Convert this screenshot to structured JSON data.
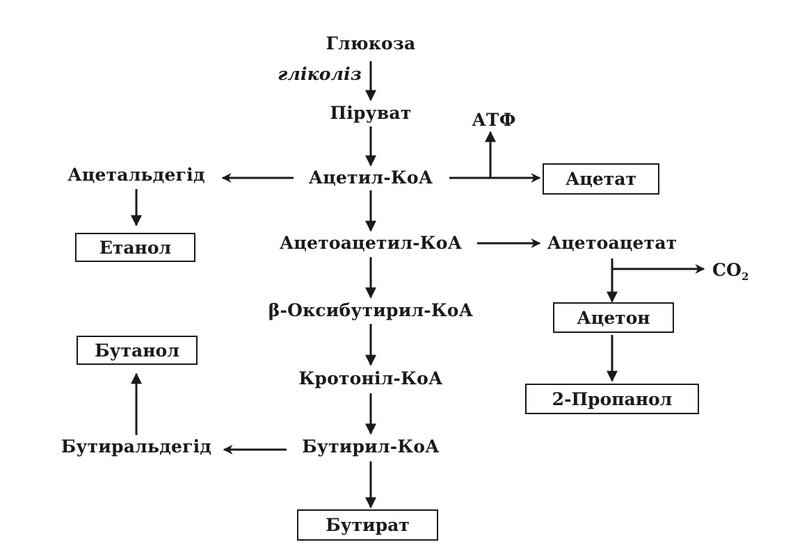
{
  "nodes": {
    "glucose": "Глюкоза",
    "glycolysis": "гліколіз",
    "pyruvate": "Піруват",
    "atp": "АТФ",
    "acetyl_coa": "Ацетил-КоА",
    "acetaldehyde": "Ацетальдегід",
    "ethanol": "Етанол",
    "acetate": "Ацетат",
    "acetoacetyl_coa": "Ацетоацетил-КоА",
    "acetoacetate": "Ацетоацетат",
    "co2_main": "CO",
    "co2_sub": "2",
    "acetone": "Ацетон",
    "propanol": "2-Пропанол",
    "hydroxybutyryl_coa": "β-Оксибутирил-КоА",
    "crotonyl_coa": "Кротоніл-КоА",
    "butyryl_coa": "Бутирил-КоА",
    "butyraldehyde": "Бутиральдегід",
    "butanol": "Бутанол",
    "butyrate": "Бутират"
  }
}
